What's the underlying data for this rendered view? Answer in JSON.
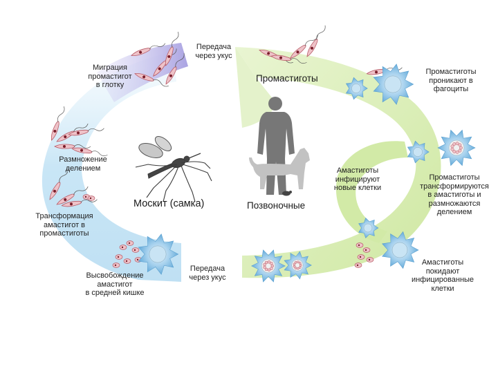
{
  "labels": {
    "transmission_bite_top": "Передача\nчерез укус",
    "migration": "Миграция\nпромастигот\nв глотку",
    "reproduction": "Размножение\nделением",
    "transformation": "Трансформация\nамастигот в\nпромастиготы",
    "release": "Высвобождение\nамастигот\nв средней кишке",
    "transmission_bite_bottom": "Передача\nчерез укус",
    "promastigotes": "Промастиготы",
    "penetrate_phagocytes": "Промастиготы\nпроникают в\nфагоциты",
    "amastigotes_infect": "Амастиготы\nинфицируют\nновые клетки",
    "promastigotes_transform": "Промастиготы\nтрансформируются\nв амастиготы и\nразмножаются\nделением",
    "amastigotes_leave": "Амастиготы\nпокидают\nинфицированные\nклетки",
    "mosquito": "Москит (самка)",
    "vertebrates": "Позвоночные"
  },
  "colors": {
    "vector_arc": "#c9e6f6",
    "migration_band": "#b9b3e8",
    "host_arc": "#d9edb3",
    "parasite_fill": "#eec2c8",
    "parasite_stroke": "#b85a66",
    "parasite_nucleus": "#7a1d2a",
    "cell_fill": "#8cc3e6",
    "cell_core": "#c9e4f4",
    "silhouette": "#777777",
    "silhouette_light": "#c4c4c4",
    "mosquito": "#3a3a3a"
  },
  "icons": [
    "mosquito-icon",
    "human-silhouette-icon",
    "dog-silhouette-icon",
    "rodent-silhouette-icon",
    "promastigote-icon",
    "amastigote-icon",
    "phagocyte-cell-icon"
  ]
}
